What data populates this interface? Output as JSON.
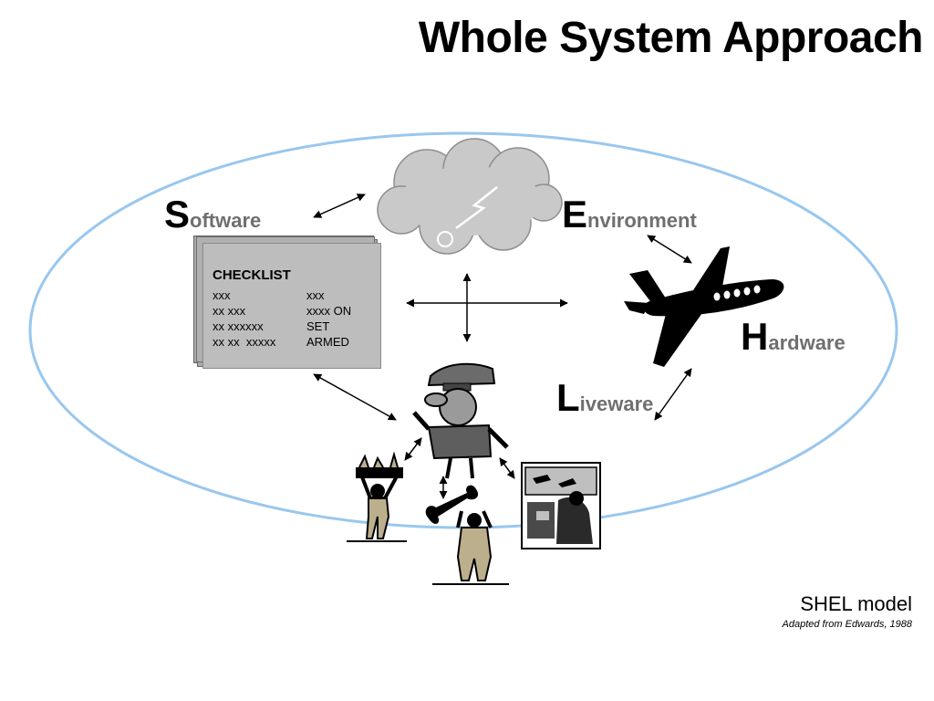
{
  "slide": {
    "title": "Whole System Approach"
  },
  "labels": {
    "software": {
      "initial": "S",
      "rest": "oftware"
    },
    "environment": {
      "initial": "E",
      "rest": "nvironment"
    },
    "hardware": {
      "initial": "H",
      "rest": "ardware"
    },
    "liveware": {
      "initial": "L",
      "rest": "iveware"
    }
  },
  "checklist": {
    "title": "CHECKLIST",
    "rows": [
      {
        "left": "xxx",
        "right": "xxx"
      },
      {
        "left": "xx xxx",
        "right": "xxxx ON"
      },
      {
        "left": "xx xxxxxx",
        "right": "SET"
      },
      {
        "left": "xx xx  xxxxx",
        "right": "ARMED"
      }
    ]
  },
  "caption": {
    "title": "SHEL model",
    "source": "Adapted from Edwards, 1988"
  },
  "icons": {
    "environment": "storm-cloud-icon",
    "hardware": "airplane-icon",
    "liveware": "pilot-figure-icon"
  },
  "colors": {
    "ellipse": "#99c7ee",
    "label_gray": "#6f6f6f",
    "cloud": "#c9c9c9"
  }
}
